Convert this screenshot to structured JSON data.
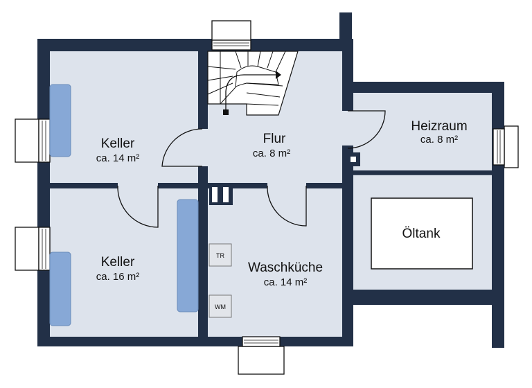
{
  "rooms": {
    "keller_top": {
      "name": "Keller",
      "area": "ca. 14 m²"
    },
    "keller_bottom": {
      "name": "Keller",
      "area": "ca. 16 m²"
    },
    "flur": {
      "name": "Flur",
      "area": "ca. 8 m²"
    },
    "heizraum": {
      "name": "Heizraum",
      "area": "ca. 8 m²"
    },
    "waschkueche": {
      "name": "Waschküche",
      "area": "ca. 14 m²"
    }
  },
  "fixtures": {
    "oiltank": "Öltank",
    "dryer": "TR",
    "washer": "WM"
  },
  "colors": {
    "wall": "#223047",
    "floor": "#dde3ec",
    "fixture_blue": "#87a8d6",
    "fixture_stroke": "#6a8cba",
    "window_frame": "#ffffff",
    "line": "#111111"
  }
}
